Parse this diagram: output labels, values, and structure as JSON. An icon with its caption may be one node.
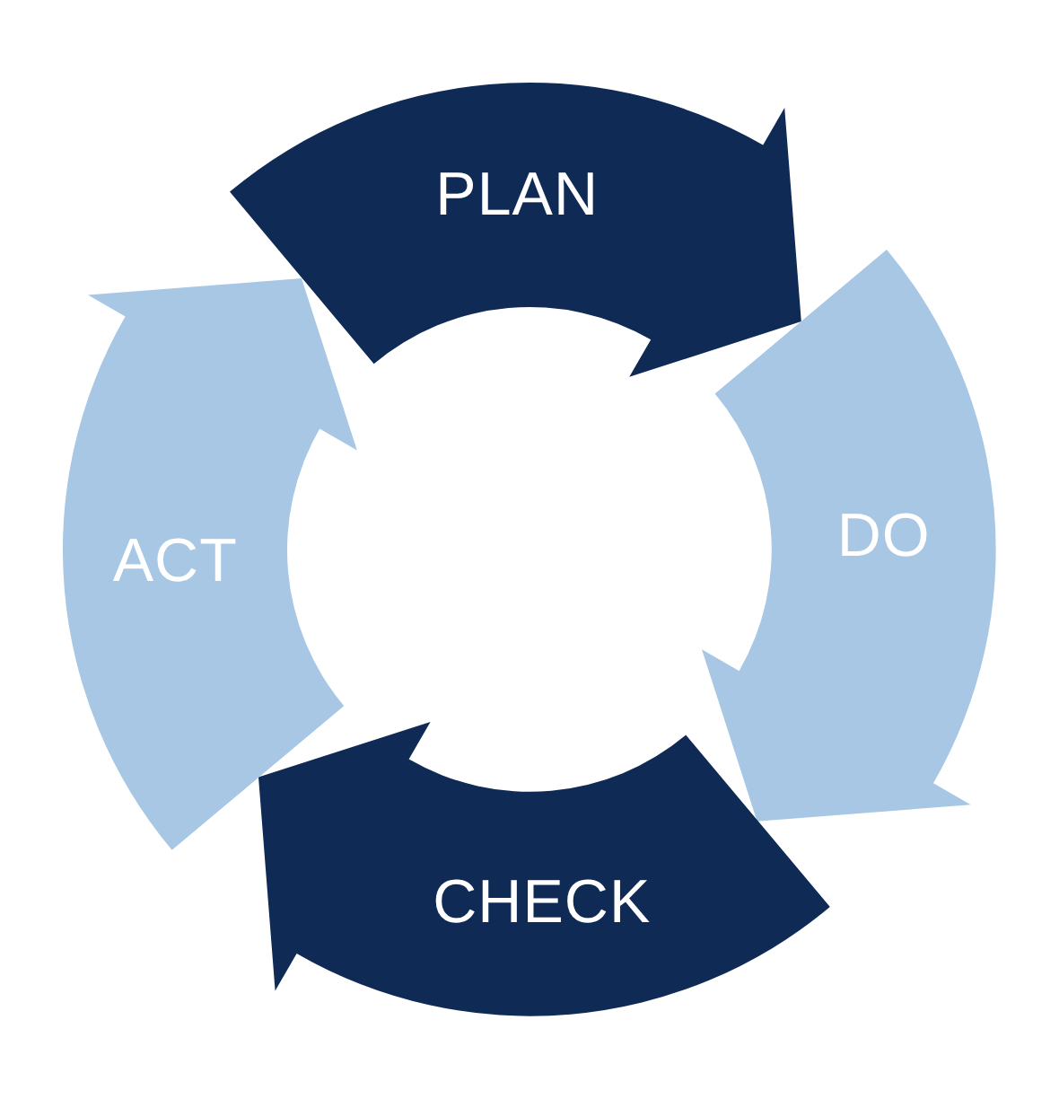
{
  "diagram": {
    "nodes": [
      {
        "text": [
          "PLAN"
        ]
      },
      {
        "text": [
          "DO"
        ]
      },
      {
        "text": [
          "CHECK"
        ]
      },
      {
        "text": [
          "ACT"
        ]
      }
    ],
    "edges": []
  }
}
